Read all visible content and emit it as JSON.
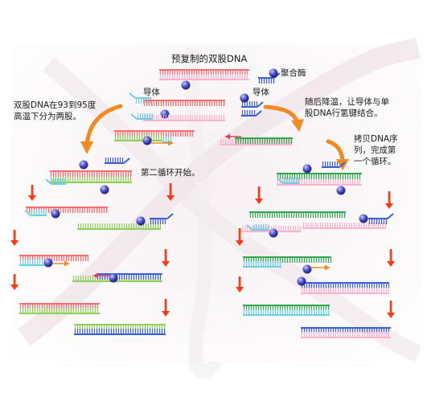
{
  "labels": {
    "title": "预复制的双股DNA",
    "polymerase": "聚合酶",
    "primer_left": "导体",
    "primer_right": "导体",
    "denature_line1": "双股DNA在93到95度",
    "denature_line2": "高温下分为两股。",
    "anneal_line1": "随后降温，让导体与单",
    "anneal_line2": "股DNA行氢键结合。",
    "copy_line1": "拷贝DNA序",
    "copy_line2": "列，完成第",
    "copy_line3": "一个循环。",
    "cycle2": "第二循环开始。"
  },
  "colors": {
    "template_red": "#ff6e6e",
    "template_pink": "#ffb3cf",
    "new_green": "#8fd05a",
    "new_dkgreen": "#2fa84e",
    "primer_blue": "#3a5fd8",
    "primer_cyan": "#6ad0ea",
    "enzyme": "#3d3fb6",
    "arrow_red": "#ff3a12",
    "arrow_orange": "#f28a22"
  }
}
